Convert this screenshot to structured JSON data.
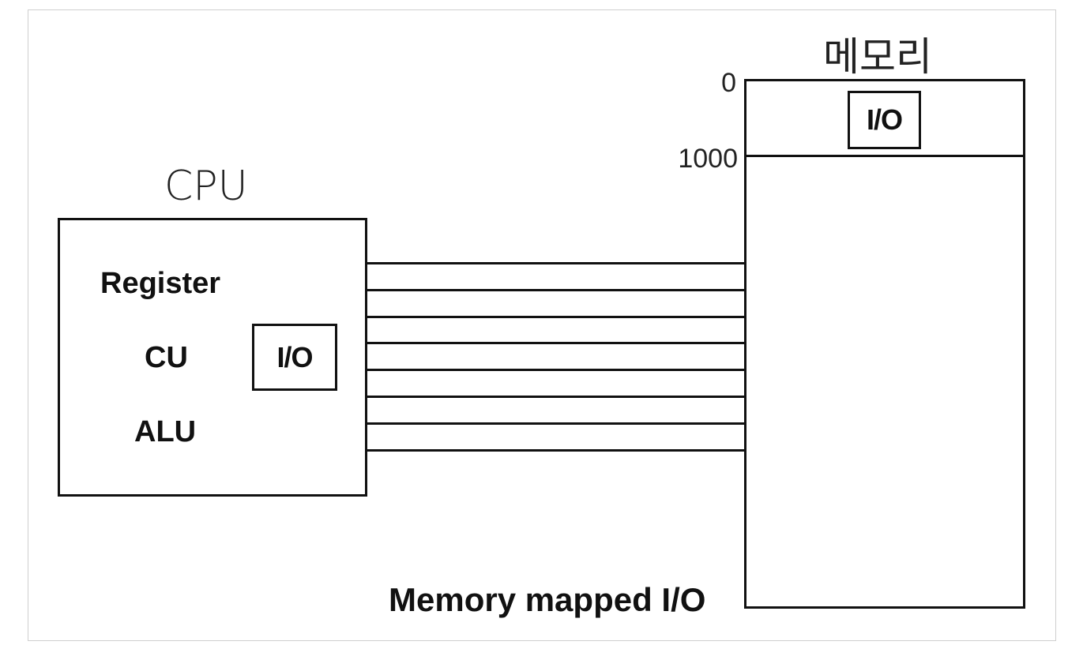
{
  "cpu": {
    "title": "CPU",
    "items": [
      "Register",
      "CU",
      "ALU"
    ],
    "io_label": "I/O"
  },
  "memory": {
    "title": "메모리",
    "address_start": "0",
    "address_boundary": "1000",
    "io_label": "I/O"
  },
  "bus": {
    "line_count": 8
  },
  "caption": "Memory mapped I/O",
  "colors": {
    "stroke": "#111111",
    "background": "#ffffff",
    "frame": "#cfcfcf"
  }
}
